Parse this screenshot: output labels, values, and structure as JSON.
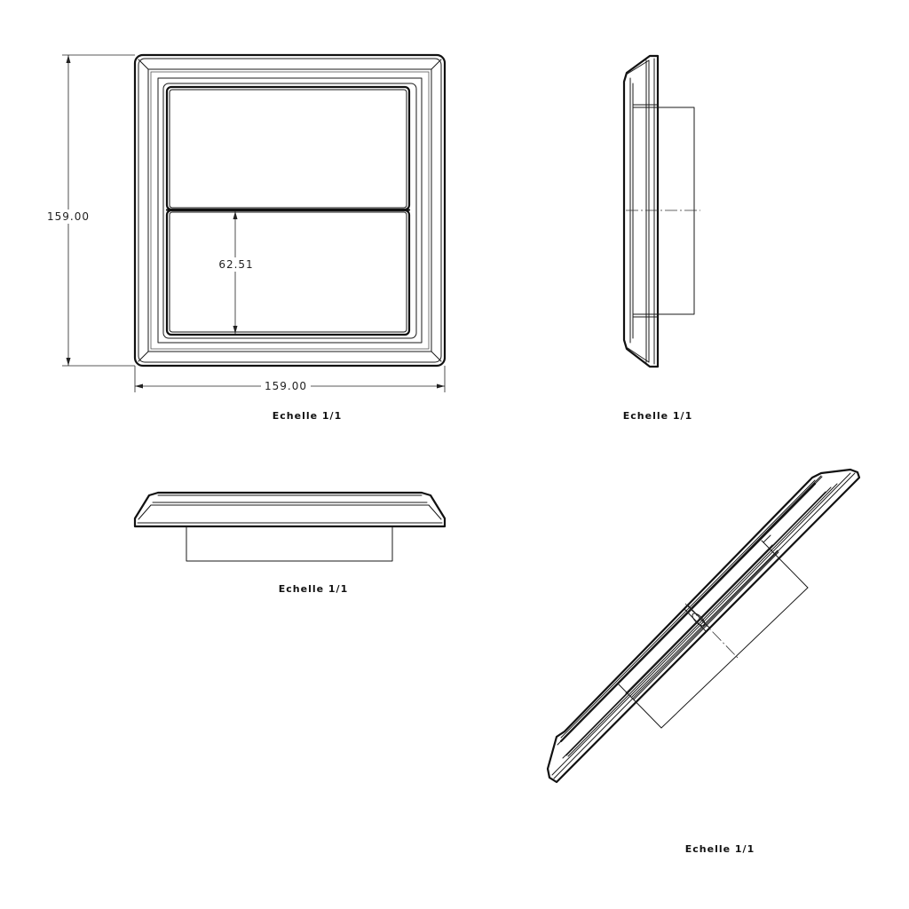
{
  "views": {
    "front": {
      "dim_height": "159.00",
      "dim_width": "159.00",
      "dim_button": "62.51",
      "caption": "Echelle 1/1"
    },
    "side": {
      "caption": "Echelle 1/1"
    },
    "top": {
      "caption": "Echelle 1/1"
    },
    "iso": {
      "caption": "Echelle 1/1"
    }
  }
}
